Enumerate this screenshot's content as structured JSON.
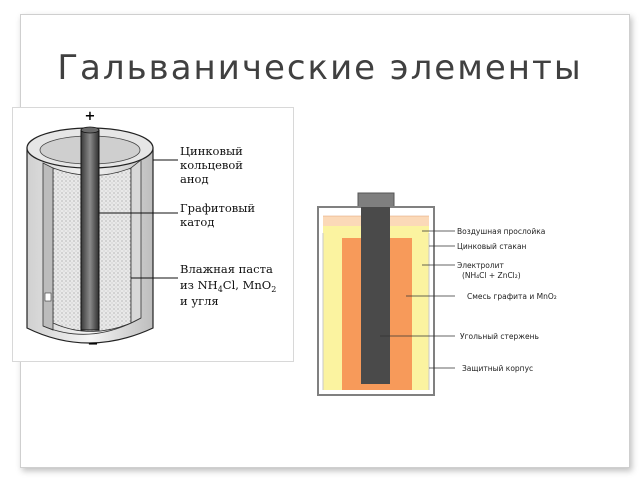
{
  "slide": {
    "title": "Гальванические элементы"
  },
  "left_diagram": {
    "plus_sign": "+",
    "minus_sign": "−",
    "labels": {
      "zinc_anode_1": "Цинковый",
      "zinc_anode_2": "кольцевой",
      "zinc_anode_3": "анод",
      "graphite_cathode_1": "Графитовый",
      "graphite_cathode_2": "катод",
      "paste_1": "Влажная паста",
      "paste_2_prefix": "из NH",
      "paste_2_sub1": "4",
      "paste_2_mid": "Cl, MnO",
      "paste_2_sub2": "2",
      "paste_3": "и угля"
    }
  },
  "right_diagram": {
    "colors": {
      "cap": "#7f7f7f",
      "rod": "#4a4a4a",
      "mix": "#f79a5a",
      "electrolyte": "#fbf3a0",
      "air_gap": "#fbd9b8",
      "case": "#808080"
    },
    "labels": {
      "air_gap": "Воздушная прослойка",
      "zinc_cup": "Цинковый стакан",
      "electrolyte_1": "Электролит",
      "electrolyte_2": "(NH₄Cl + ZnCl₂)",
      "mix": "Смесь графита и MnO₂",
      "rod": "Угольный стержень",
      "case": "Защитный корпус"
    }
  }
}
